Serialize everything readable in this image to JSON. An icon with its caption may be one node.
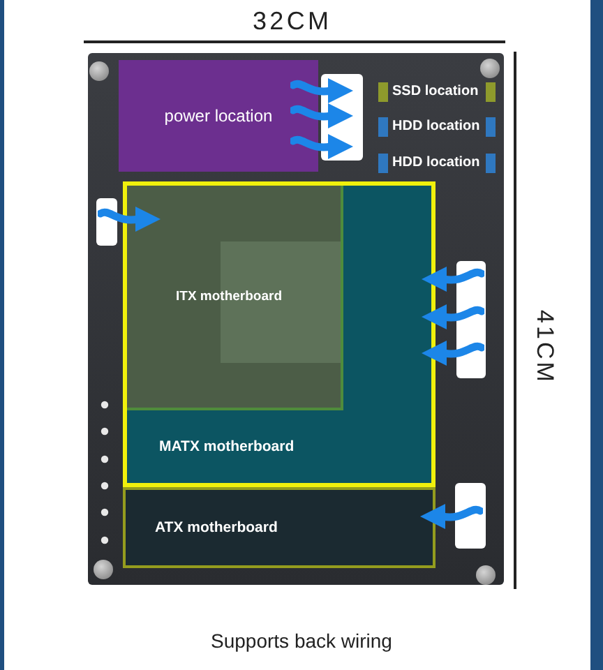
{
  "diagram": {
    "caption": "Supports back wiring",
    "nodes": [
      {
        "text": [
          "power location"
        ]
      },
      {
        "text": [
          "MATX motherboard"
        ]
      },
      {
        "text": [
          "ITX motherboard"
        ],
        "in": 1
      },
      {
        "text": [
          "ATX motherboard"
        ]
      }
    ],
    "labels": [
      "32CM",
      "SSD location",
      "HDD location",
      "HDD location",
      "41CM"
    ]
  }
}
